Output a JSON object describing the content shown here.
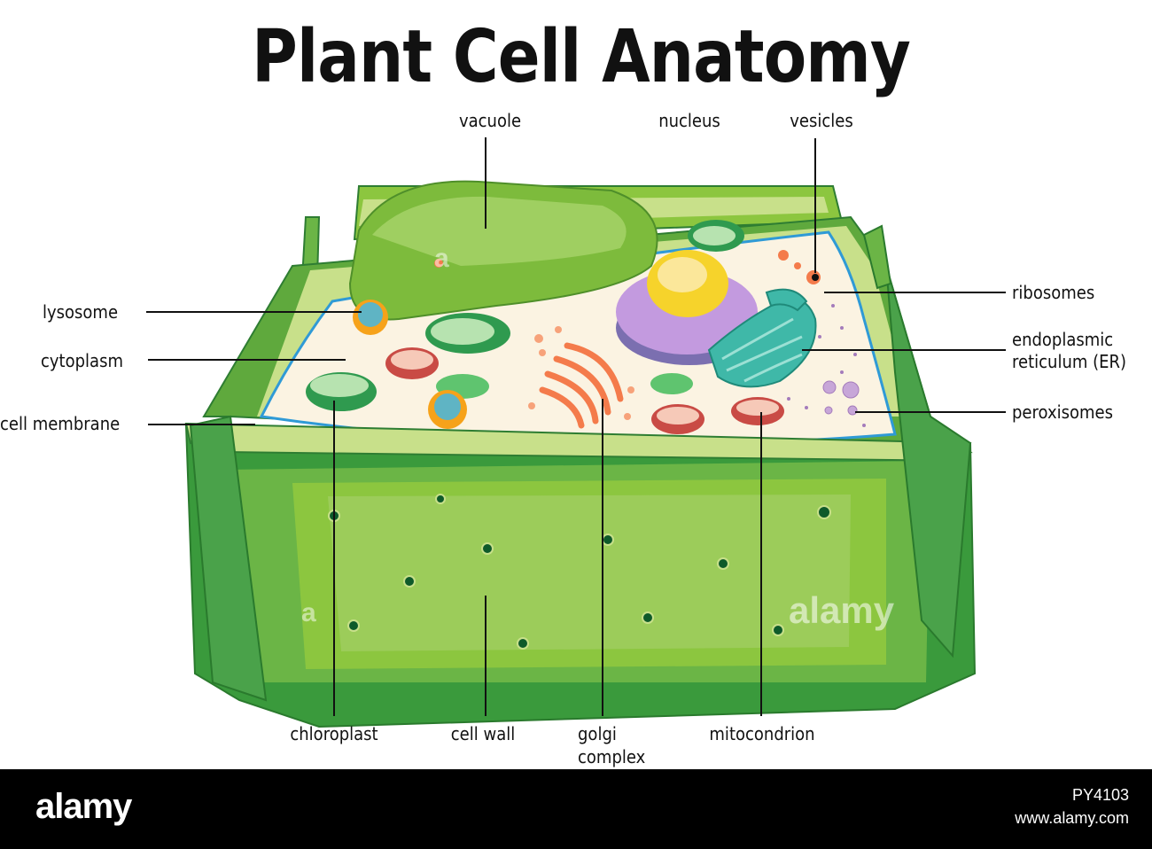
{
  "title": "Plant Cell Anatomy",
  "labels": {
    "vacuole": "vacuole",
    "nucleus": "nucleus",
    "vesicles": "vesicles",
    "lysosome": "lysosome",
    "cytoplasm": "cytoplasm",
    "cell_membrane": "cell membrane",
    "ribosomes": "ribosomes",
    "er_line1": "endoplasmic",
    "er_line2": "reticulum (ER)",
    "peroxisomes": "peroxisomes",
    "chloroplast": "chloroplast",
    "cell_wall": "cell wall",
    "golgi_line1": "golgi",
    "golgi_line2": "complex",
    "mitocondrion": "mitocondrion"
  },
  "watermark": {
    "brand": "alamy",
    "image_id": "PY4103",
    "site": "www.alamy.com",
    "overlay": "alamy",
    "overlay_a": "a"
  },
  "colors": {
    "wall_dark": "#3a9a3c",
    "wall_mid": "#6bb546",
    "wall_light": "#9ccc5a",
    "cytoplasm": "#fbf3e2",
    "membrane": "#2f9ad6",
    "vacuole": "#8cc63f",
    "nucleus": "#a77ec8",
    "nucleolus": "#f6d32b",
    "er": "#3fb8a8",
    "golgi": "#f47b4b",
    "mito": "#c94b45"
  }
}
